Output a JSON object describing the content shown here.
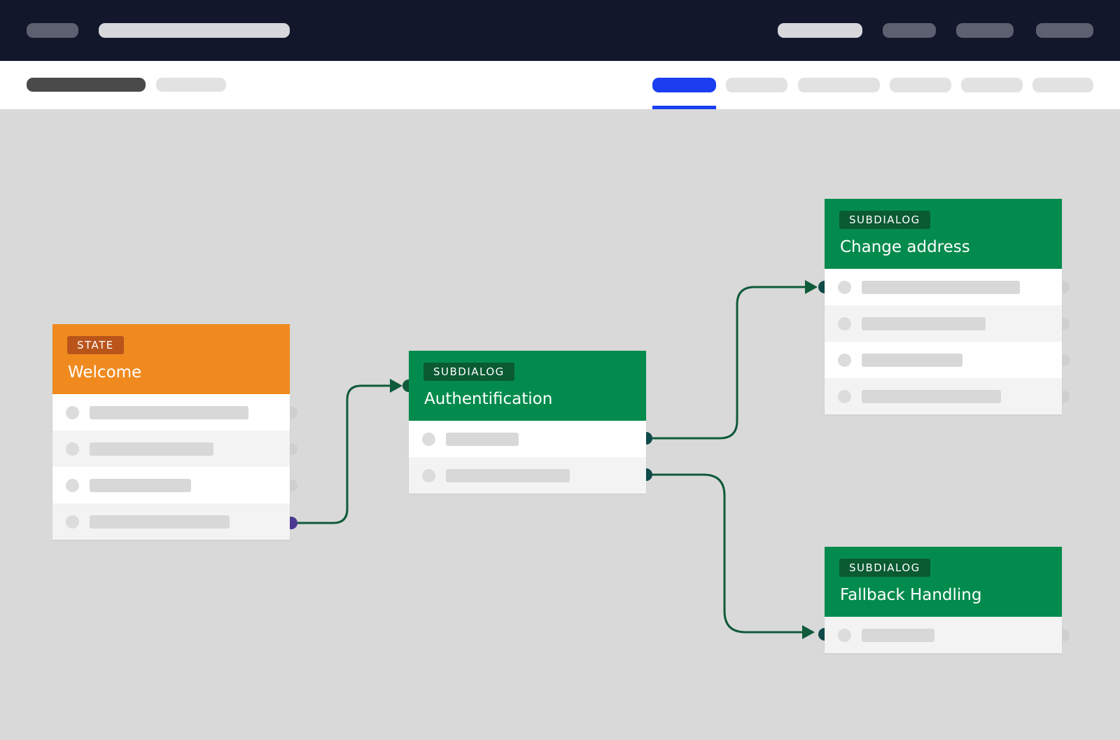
{
  "colors": {
    "state_header": "#f08a1f",
    "state_badge": "#b9541b",
    "subdialog_header": "#038b4d",
    "subdialog_badge": "#0a5a32",
    "link": "#0f5a3a",
    "active_tab": "#1a3ef0",
    "topbar": "#12172b"
  },
  "nodes": [
    {
      "id": "welcome",
      "badge": "STATE",
      "title": "Welcome",
      "kind": "state",
      "rows": 4
    },
    {
      "id": "auth",
      "badge": "SUBDIALOG",
      "title": "Authentification",
      "kind": "subdialog",
      "rows": 2
    },
    {
      "id": "address",
      "badge": "SUBDIALOG",
      "title": "Change address",
      "kind": "subdialog",
      "rows": 4
    },
    {
      "id": "fallback",
      "badge": "SUBDIALOG",
      "title": "Fallback Handling",
      "kind": "subdialog",
      "rows": 1
    }
  ],
  "links": [
    {
      "from": "welcome",
      "from_row": 4,
      "to": "auth"
    },
    {
      "from": "auth",
      "from_row": 1,
      "to": "address"
    },
    {
      "from": "auth",
      "from_row": 2,
      "to": "fallback"
    }
  ]
}
